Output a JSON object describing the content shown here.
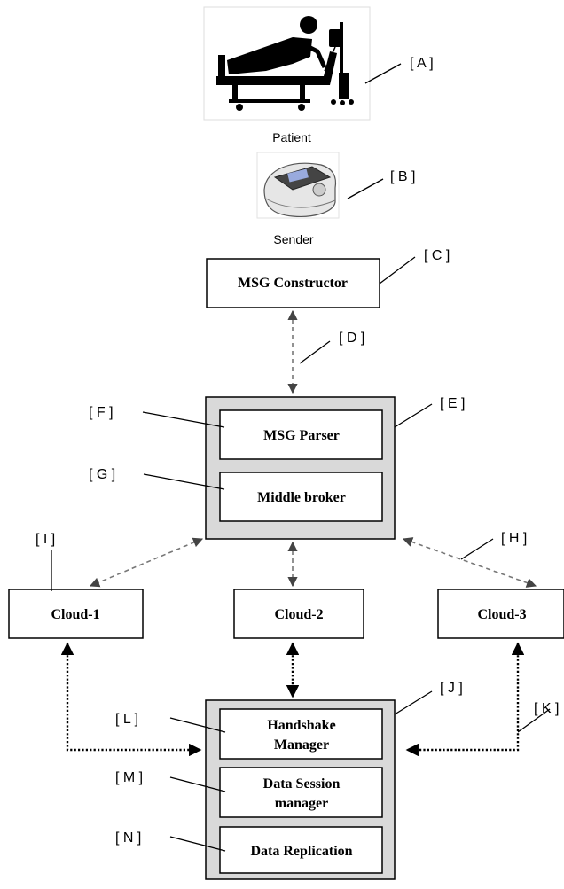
{
  "captions": {
    "patient": "Patient",
    "sender": "Sender"
  },
  "components": {
    "msg_constructor": "MSG Constructor",
    "msg_parser": "MSG Parser",
    "middle_broker": "Middle broker",
    "cloud_1": "Cloud-1",
    "cloud_2": "Cloud-2",
    "cloud_3": "Cloud-3",
    "handshake_manager": [
      "Handshake",
      "Manager"
    ],
    "data_session_manager": [
      "Data Session",
      "manager"
    ],
    "data_replication": "Data Replication"
  },
  "labels": {
    "A": "[ A ]",
    "B": "[ B ]",
    "C": "[ C ]",
    "D": "[ D ]",
    "E": "[ E ]",
    "F": "[ F ]",
    "G": "[ G ]",
    "H": "[ H ]",
    "I": "[ I ]",
    "J": "[ J ]",
    "K": "[ K ]",
    "L": "[ L ]",
    "M": "[ M ]",
    "N": "[ N ]"
  },
  "icons": {
    "patient": "patient-bed-icon",
    "sender": "pulse-oximeter-icon"
  },
  "colors": {
    "container_fill": "#d9d9d9",
    "dashed_connector": "#777777",
    "dotted_connector": "#000000"
  }
}
